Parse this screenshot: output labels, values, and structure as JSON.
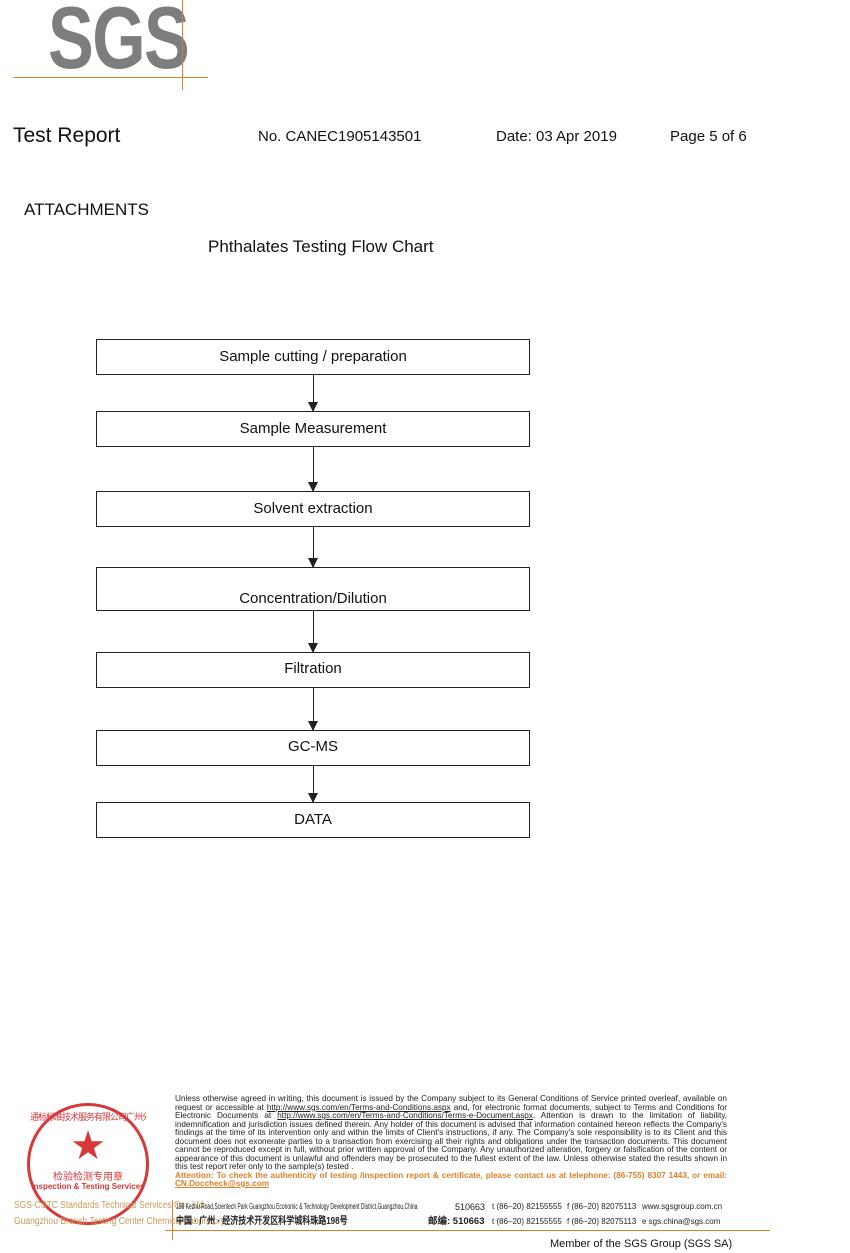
{
  "logo": {
    "text": "SGS",
    "accent": "#d9822b",
    "gray": "#7d7d7f"
  },
  "header": {
    "title": "Test Report",
    "number": "No. CANEC1905143501",
    "date": "Date: 03 Apr 2019",
    "page": "Page 5 of 6"
  },
  "section": "ATTACHMENTS",
  "flowchart": {
    "title": "Phthalates Testing Flow Chart",
    "steps": [
      "Sample cutting / preparation",
      "Sample Measurement",
      "Solvent extraction",
      "Concentration/Dilution",
      "Filtration",
      "GC-MS",
      "DATA"
    ]
  },
  "footer": {
    "legal_1": "Unless otherwise agreed in writing, this document is issued by the Company subject to its General Conditions of Service printed overleaf, available on request or accessible at ",
    "link_1": "http://www.sgs.com/en/Terms-and-Conditions.aspx",
    "legal_2": " and, for electronic format documents, subject to Terms and Conditions for Electronic Documents at ",
    "link_2": "http://www.sgs.com/en/Terms-and-Conditions/Terms-e-Document.aspx",
    "legal_3": ". Attention is drawn to the limitation of liability, indemnification and jurisdiction issues defined therein. Any holder of this document is advised that information contained hereon reflects the Company's findings at the time of its intervention only and within the limits of Client's instructions, if any. The Company's sole responsibility is to its Client and this document does not exonerate parties to a transaction from exercising all their rights and obligations under the transaction documents. This document cannot be reproduced except in full, without prior written approval of the Company. Any unauthorized alteration, forgery or falsification of the content or appearance of this document is unlawful and offenders may be prosecuted to the fullest extent of the law. Unless otherwise stated the results shown in this test report refer only to the sample(s) tested .",
    "attention": "Attention: To check the authenticity of testing /inspection report & certificate, please contact us at telephone: (86-755) 8307 1443, or email: ",
    "email": "CN.Doccheck@sgs.com",
    "address_en": "198 Kezhu Road,Scientech Park Guangzhou Economic & Technology Development District,Guangzhou,China",
    "postcode_en": "510663",
    "tel_1": "t (86–20) 82155555",
    "fax_1": "f (86–20) 82075113",
    "web": "www.sgsgroup.com.cn",
    "address_cn": "中国 · 广州 · 经济技术开发区科学城科珠路198号",
    "postcode_cn": "邮编: 510663",
    "tel_2": "t (86–20) 82155555",
    "fax_2": "f (86–20) 82075113",
    "email_2": "e  sgs.china@sgs.com",
    "company_1": "SGS-CSTC Standards Technical Services Co., Ltd.",
    "company_2": "Guangzhou Branch Testing Center Chemical Laboratory.",
    "member": "Member of the SGS Group (SGS SA)"
  },
  "stamp": {
    "ring_text": "通标标准技术服务有限公司广州分公司",
    "center_cn": "检验检测专用章",
    "center_en": "Inspection & Testing Services",
    "color": "#d8383a"
  }
}
